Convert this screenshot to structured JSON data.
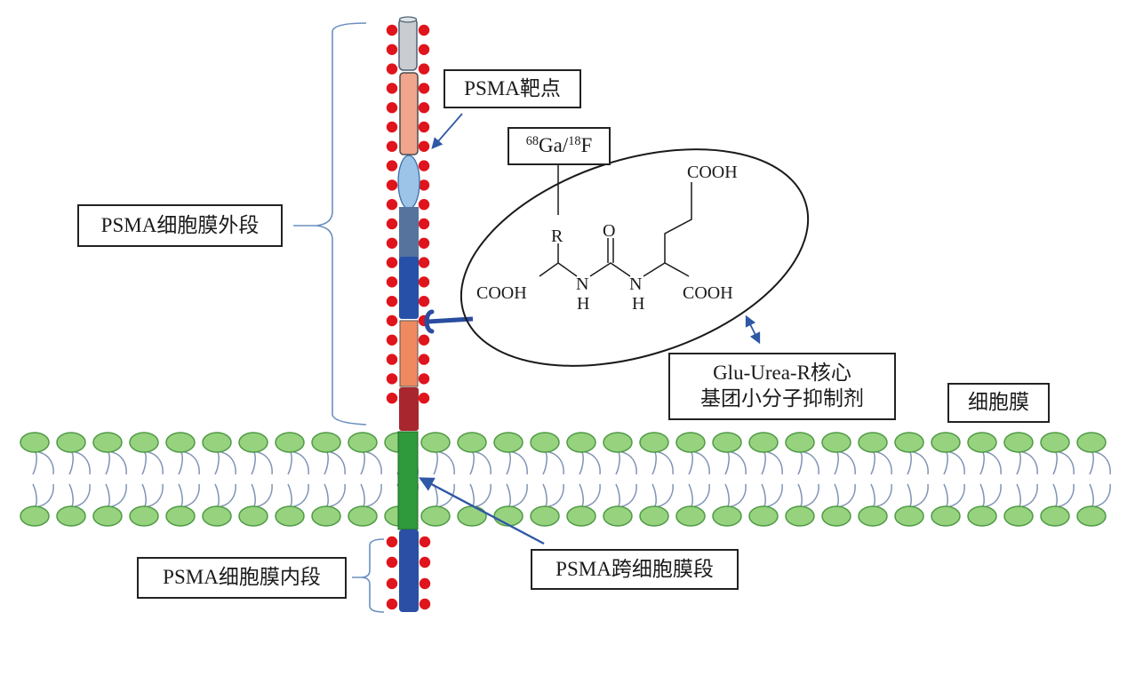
{
  "diagram": {
    "title": "PSMA structure and Glu-Urea-R small molecule inhibitor binding",
    "labels": {
      "psma_target": "PSMA靶点",
      "extracellular_segment": "PSMA细胞膜外段",
      "transmembrane_segment": "PSMA跨细胞膜段",
      "intracellular_segment": "PSMA细胞膜内段",
      "cell_membrane": "细胞膜",
      "inhibitor_line1": "Glu-Urea-R核心",
      "inhibitor_line2": "基团小分子抑制剂",
      "radionuclide_ga_mass": "68",
      "radionuclide_ga": "Ga/",
      "radionuclide_f_mass": "18",
      "radionuclide_f": "F"
    },
    "molecule": {
      "r_group": "R",
      "carbonyl_o": "O",
      "nh_left_n": "N",
      "nh_left_h": "H",
      "nh_right_n": "N",
      "nh_right_h": "H",
      "cooh_left": "COOH",
      "cooh_top": "COOH",
      "cooh_right": "COOH"
    },
    "protein_segments": [
      {
        "name": "cap",
        "color": "#c9ccd0"
      },
      {
        "name": "salmon",
        "color": "#f0a58c"
      },
      {
        "name": "light-blue-oval",
        "color": "#9cc4e8"
      },
      {
        "name": "slate-blue",
        "color": "#56739e"
      },
      {
        "name": "royal-blue",
        "color": "#2750a8"
      },
      {
        "name": "orange",
        "color": "#ef8a60"
      },
      {
        "name": "dark-red",
        "color": "#a8262e"
      },
      {
        "name": "transmembrane-green",
        "color": "#2f9a3c"
      },
      {
        "name": "intracellular-blue",
        "color": "#2a4fa5"
      }
    ],
    "colors": {
      "glycan_dot": "#e0141c",
      "lipid_head": "#97d37f",
      "lipid_head_stroke": "#4f9a45",
      "lipid_tail": "#7f94b4",
      "bracket": "#6b8fc0",
      "arrow": "#2f58a6",
      "linker": "#2a4da0"
    }
  }
}
